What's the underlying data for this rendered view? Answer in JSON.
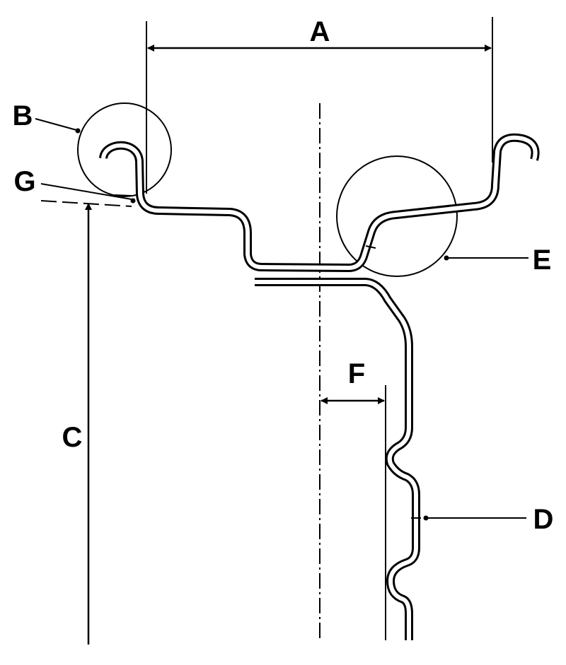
{
  "diagram": {
    "labels": {
      "a": "A",
      "b": "B",
      "c": "C",
      "d": "D",
      "e": "E",
      "f": "F",
      "g": "G"
    },
    "colors": {
      "line": "#000000",
      "background": "#ffffff"
    }
  }
}
